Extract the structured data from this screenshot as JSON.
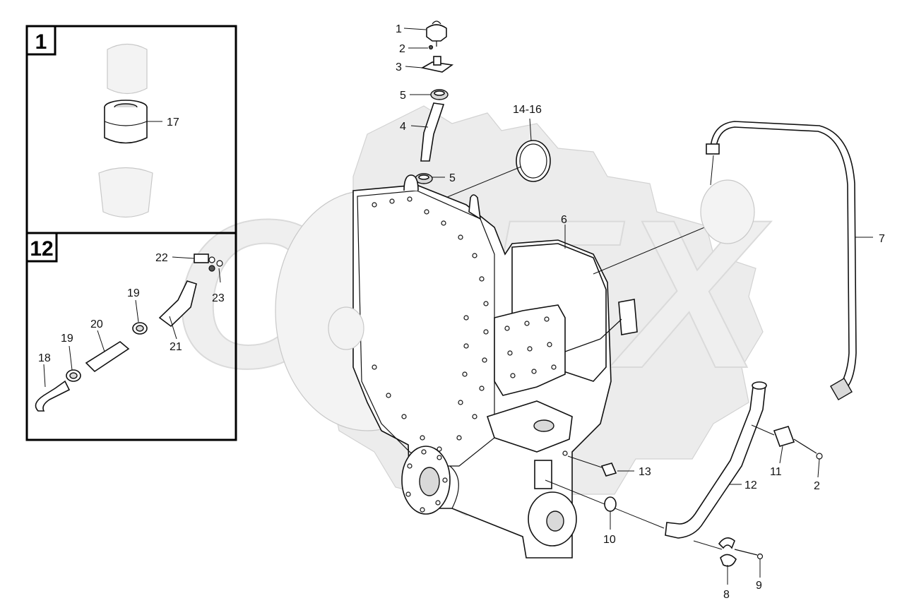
{
  "watermark": {
    "text": "OPEX"
  },
  "corner_mark": "",
  "insets": [
    {
      "tag": "1",
      "labels": [
        "17"
      ]
    },
    {
      "tag": "12",
      "labels": [
        "22",
        "23",
        "19",
        "20",
        "21",
        "19",
        "18"
      ]
    }
  ],
  "callouts": {
    "c1": "1",
    "c2a": "2",
    "c3": "3",
    "c5a": "5",
    "c4": "4",
    "c14": "14-16",
    "c5b": "5",
    "c6": "6",
    "c7": "7",
    "c13": "13",
    "c11": "11",
    "c2b": "2",
    "c12": "12",
    "c10": "10",
    "c8": "8",
    "c9": "9"
  },
  "colors": {
    "line": "#111111",
    "watermark": "#ececec",
    "fill": "#ffffff",
    "shade": "#d9d9d9"
  }
}
